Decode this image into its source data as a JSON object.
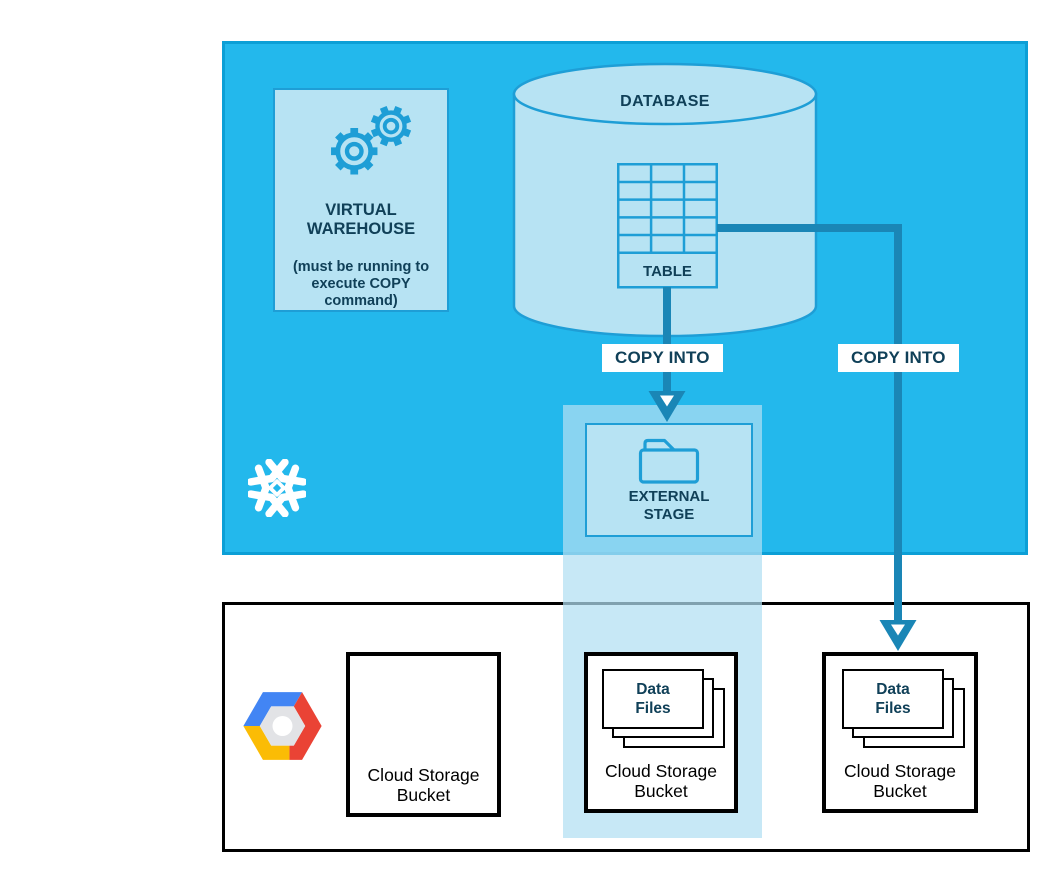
{
  "colors": {
    "snowflake_blue": "#23B8EC",
    "snowflake_region_border": "#0C9FD6",
    "light_box_fill": "#B7E3F3",
    "box_stroke_blue": "#1E9ED6",
    "arrow_teal": "#1A86B6",
    "dark_navy_text": "#104058",
    "highlight_band": "#B2DFF3",
    "gcp_blue": "#4285F4",
    "gcp_red": "#EA4335",
    "gcp_yellow": "#FBBC05",
    "gcp_gray": "#E2E3E6"
  },
  "snowflake_platform": {
    "logo_icon": "snowflake-logo-icon",
    "virtual_warehouse": {
      "icon": "gears-icon",
      "title": "VIRTUAL WAREHOUSE",
      "note": "(must be running to execute COPY command)"
    },
    "database": {
      "label": "DATABASE",
      "table": {
        "icon": "table-grid-icon",
        "label": "TABLE"
      }
    },
    "copy_into_label_left": "COPY INTO",
    "copy_into_label_right": "COPY INTO",
    "external_stage": {
      "icon": "folder-icon",
      "label": "EXTERNAL STAGE"
    }
  },
  "google_cloud": {
    "logo_icon": "gcp-logo-icon",
    "buckets": [
      {
        "label": "Cloud Storage Bucket"
      },
      {
        "label": "Cloud Storage Bucket",
        "files_icon": "data-files-stack-icon",
        "files_label": "Data Files"
      },
      {
        "label": "Cloud Storage Bucket",
        "files_icon": "data-files-stack-icon",
        "files_label": "Data Files"
      }
    ]
  }
}
